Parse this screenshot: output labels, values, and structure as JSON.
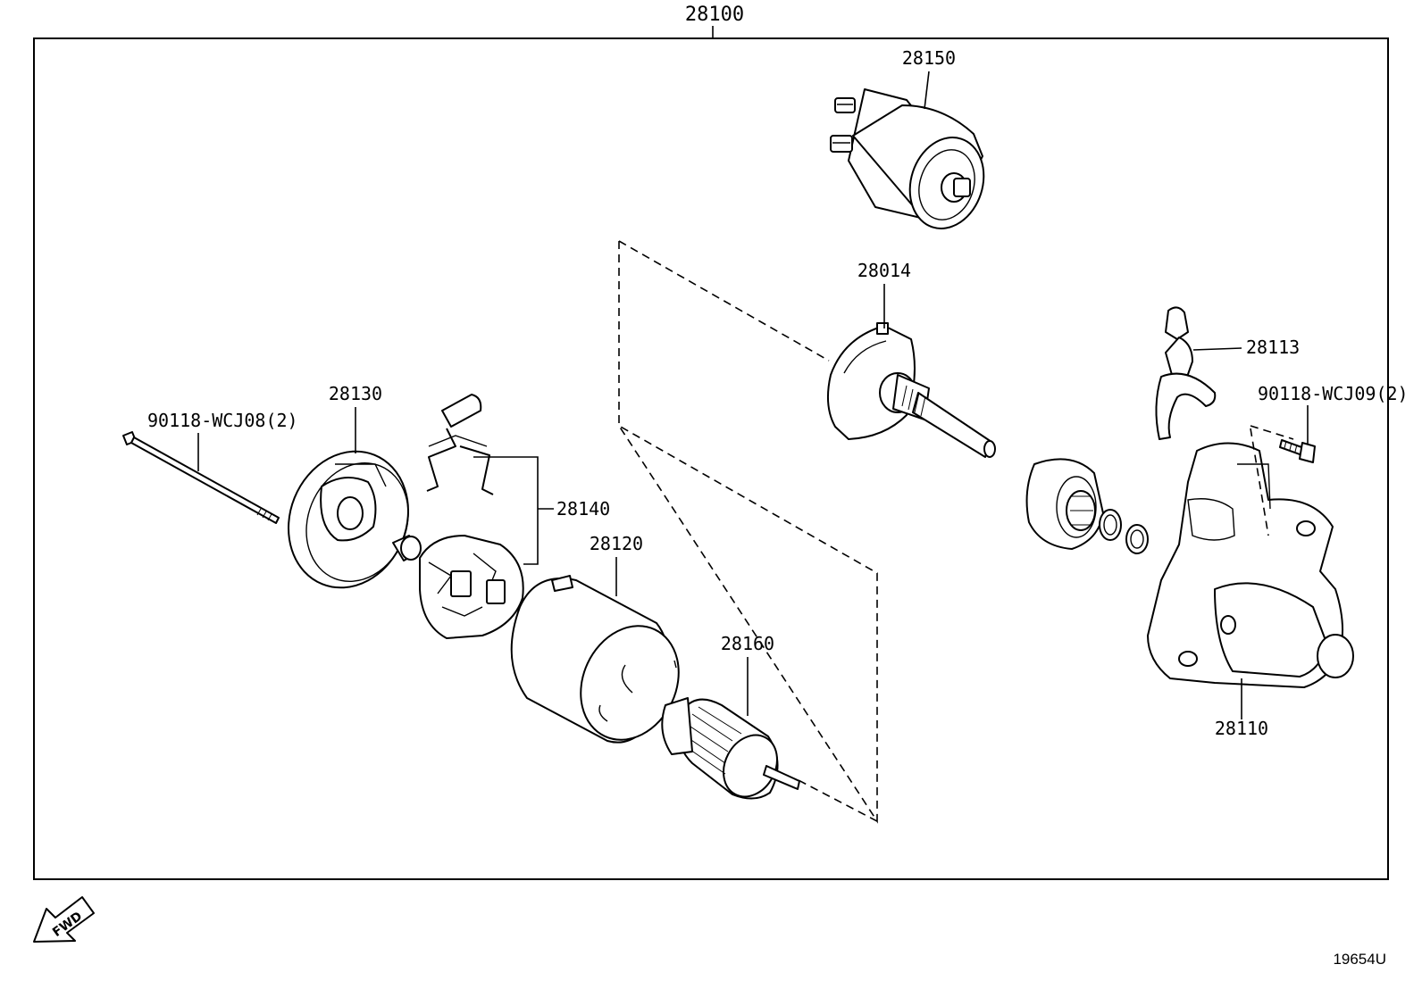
{
  "assembly_label": "28100",
  "callouts": {
    "solenoid": "28150",
    "drive_housing_shaft": "28014",
    "lever": "28113",
    "bolt_right": "90118-WCJ09(2)",
    "housing": "28110",
    "through_bolt_left": "90118-WCJ08(2)",
    "end_cover": "28130",
    "brush_holder": "28140",
    "yoke": "28120",
    "armature": "28160"
  },
  "direction_badge": "FWD",
  "diagram_id": "19654U"
}
